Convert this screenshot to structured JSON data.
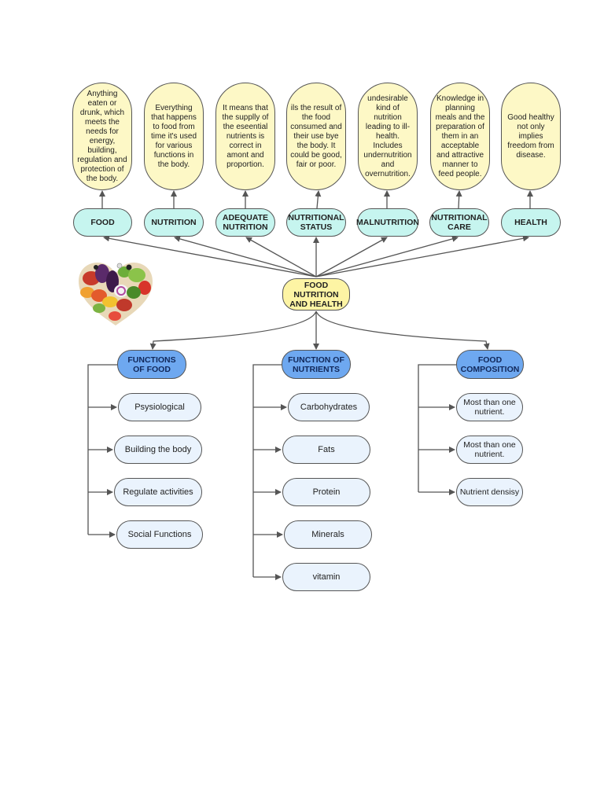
{
  "central": "FOOD NUTRITION AND HEALTH",
  "terms": [
    {
      "label": "FOOD",
      "definition": "Anything eaten or drunk, which meets the needs for energy, building, regulation and protection of the body."
    },
    {
      "label": "NUTRITION",
      "definition": "Everything that happens to food from time it's used for various functions in the body."
    },
    {
      "label": "ADEQUATE NUTRITION",
      "definition": "It means that the supplly of the eseential nutrients is correct in amont and proportion."
    },
    {
      "label": "NUTRITIONAL STATUS",
      "definition": "ils the result of the food consumed and their use bye the body. It could be good, fair or poor."
    },
    {
      "label": "MALNUTRITION",
      "definition": "undesirable kind of nutrition leading to ill-health. Includes undernutrition and overnutrition."
    },
    {
      "label": "NUTRITIONAL CARE",
      "definition": "Knowledge in planning meals and the preparation of them in an acceptable and attractive manner to feed people."
    },
    {
      "label": "HEALTH",
      "definition": "Good healthy not only implies freedom from disease."
    }
  ],
  "categories": [
    {
      "label": "FUNCTIONS OF FOOD",
      "items": [
        "Psysiological",
        "Building the body",
        "Regulate activities",
        "Social Functions"
      ]
    },
    {
      "label": "FUNCTION OF NUTRIENTS",
      "items": [
        "Carbohydrates",
        "Fats",
        "Protein",
        "Minerals",
        "vitamin"
      ]
    },
    {
      "label": "FOOD COMPOSITION",
      "items": [
        "Most than one nutrient.",
        "Most than one nutrient.",
        "Nutrient densisy"
      ]
    }
  ],
  "illustration": {
    "icon": "vegetable-heart-icon"
  },
  "colors": {
    "definition_fill": "#fdf8c6",
    "term_fill": "#c6f5ef",
    "central_fill": "#fdf4a4",
    "category_fill": "#6ea8f0",
    "item_fill": "#eaf3fd",
    "line": "#555555"
  }
}
